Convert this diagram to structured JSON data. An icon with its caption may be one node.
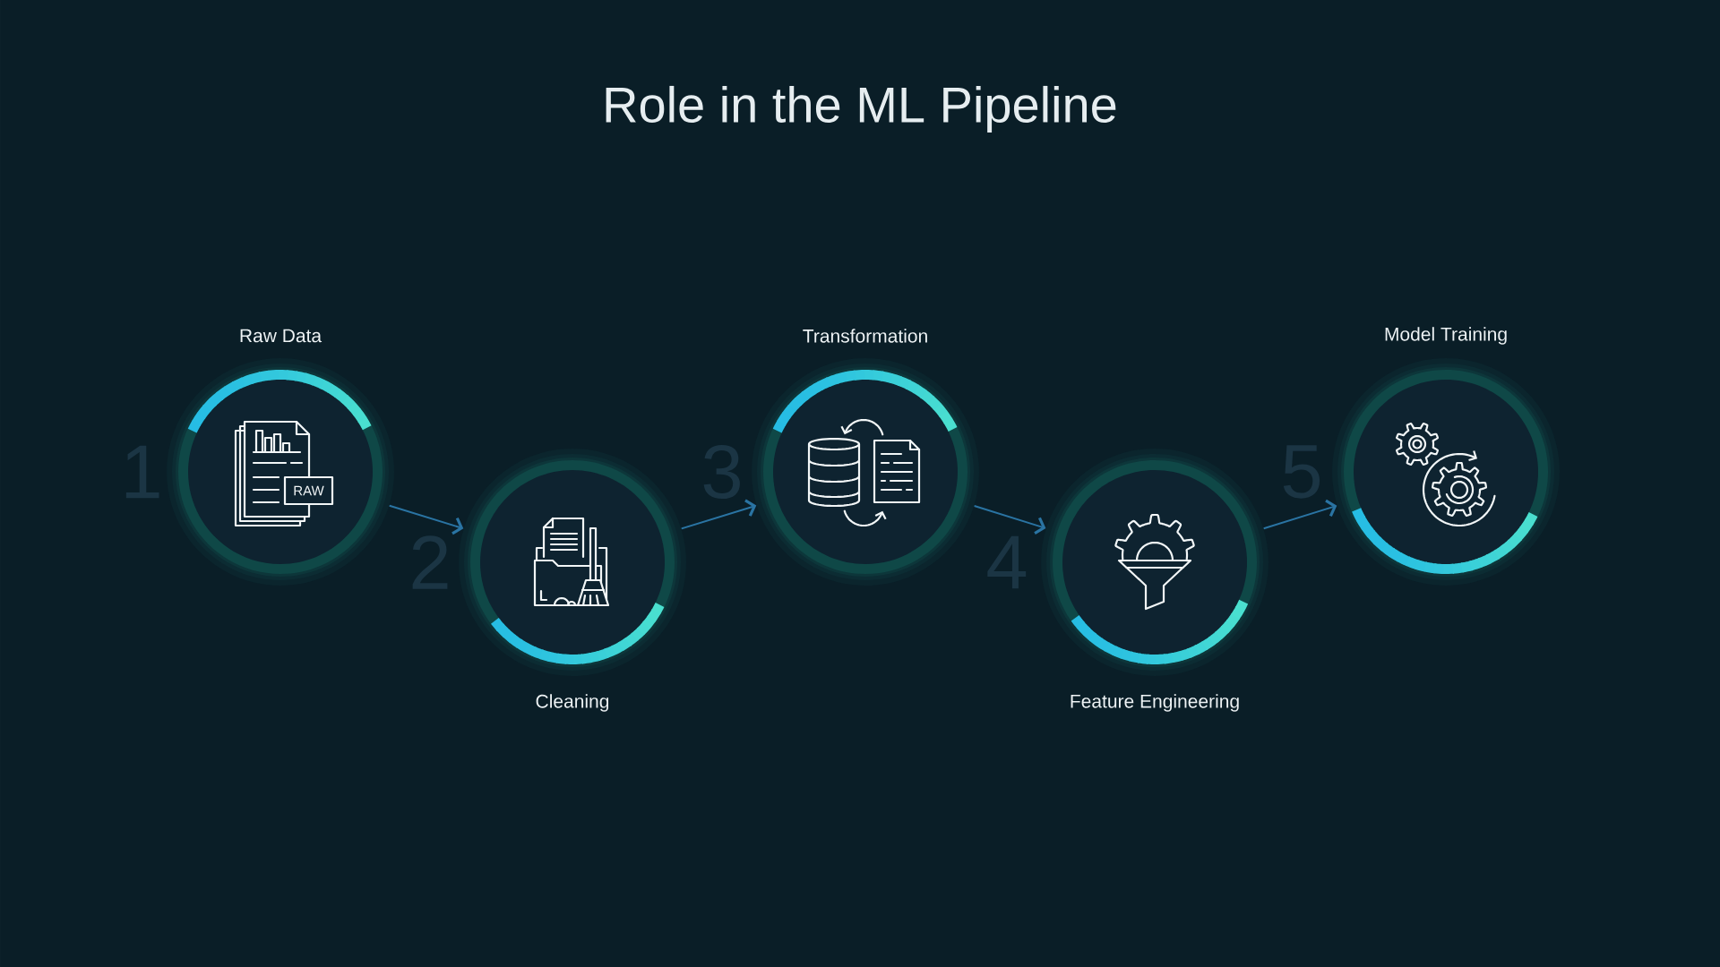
{
  "diagram": {
    "title": "Role in the ML Pipeline",
    "nodes": [
      {
        "text": [
          "Raw Data"
        ],
        "beside": [
          "1"
        ]
      },
      {
        "text": [
          "Cleaning"
        ],
        "beside": [
          "2"
        ]
      },
      {
        "text": [
          "Transformation"
        ],
        "beside": [
          "3"
        ]
      },
      {
        "text": [
          "Feature Engineering"
        ],
        "beside": [
          "4"
        ]
      },
      {
        "text": [
          "Model Training"
        ],
        "beside": [
          "5"
        ]
      }
    ],
    "edges": [
      {
        "from": 0,
        "to": 1,
        "arrow": "to"
      },
      {
        "from": 1,
        "to": 2,
        "arrow": "to"
      },
      {
        "from": 2,
        "to": 3,
        "arrow": "to"
      },
      {
        "from": 3,
        "to": 4,
        "arrow": "to"
      }
    ],
    "labels": [
      "RAW"
    ]
  }
}
